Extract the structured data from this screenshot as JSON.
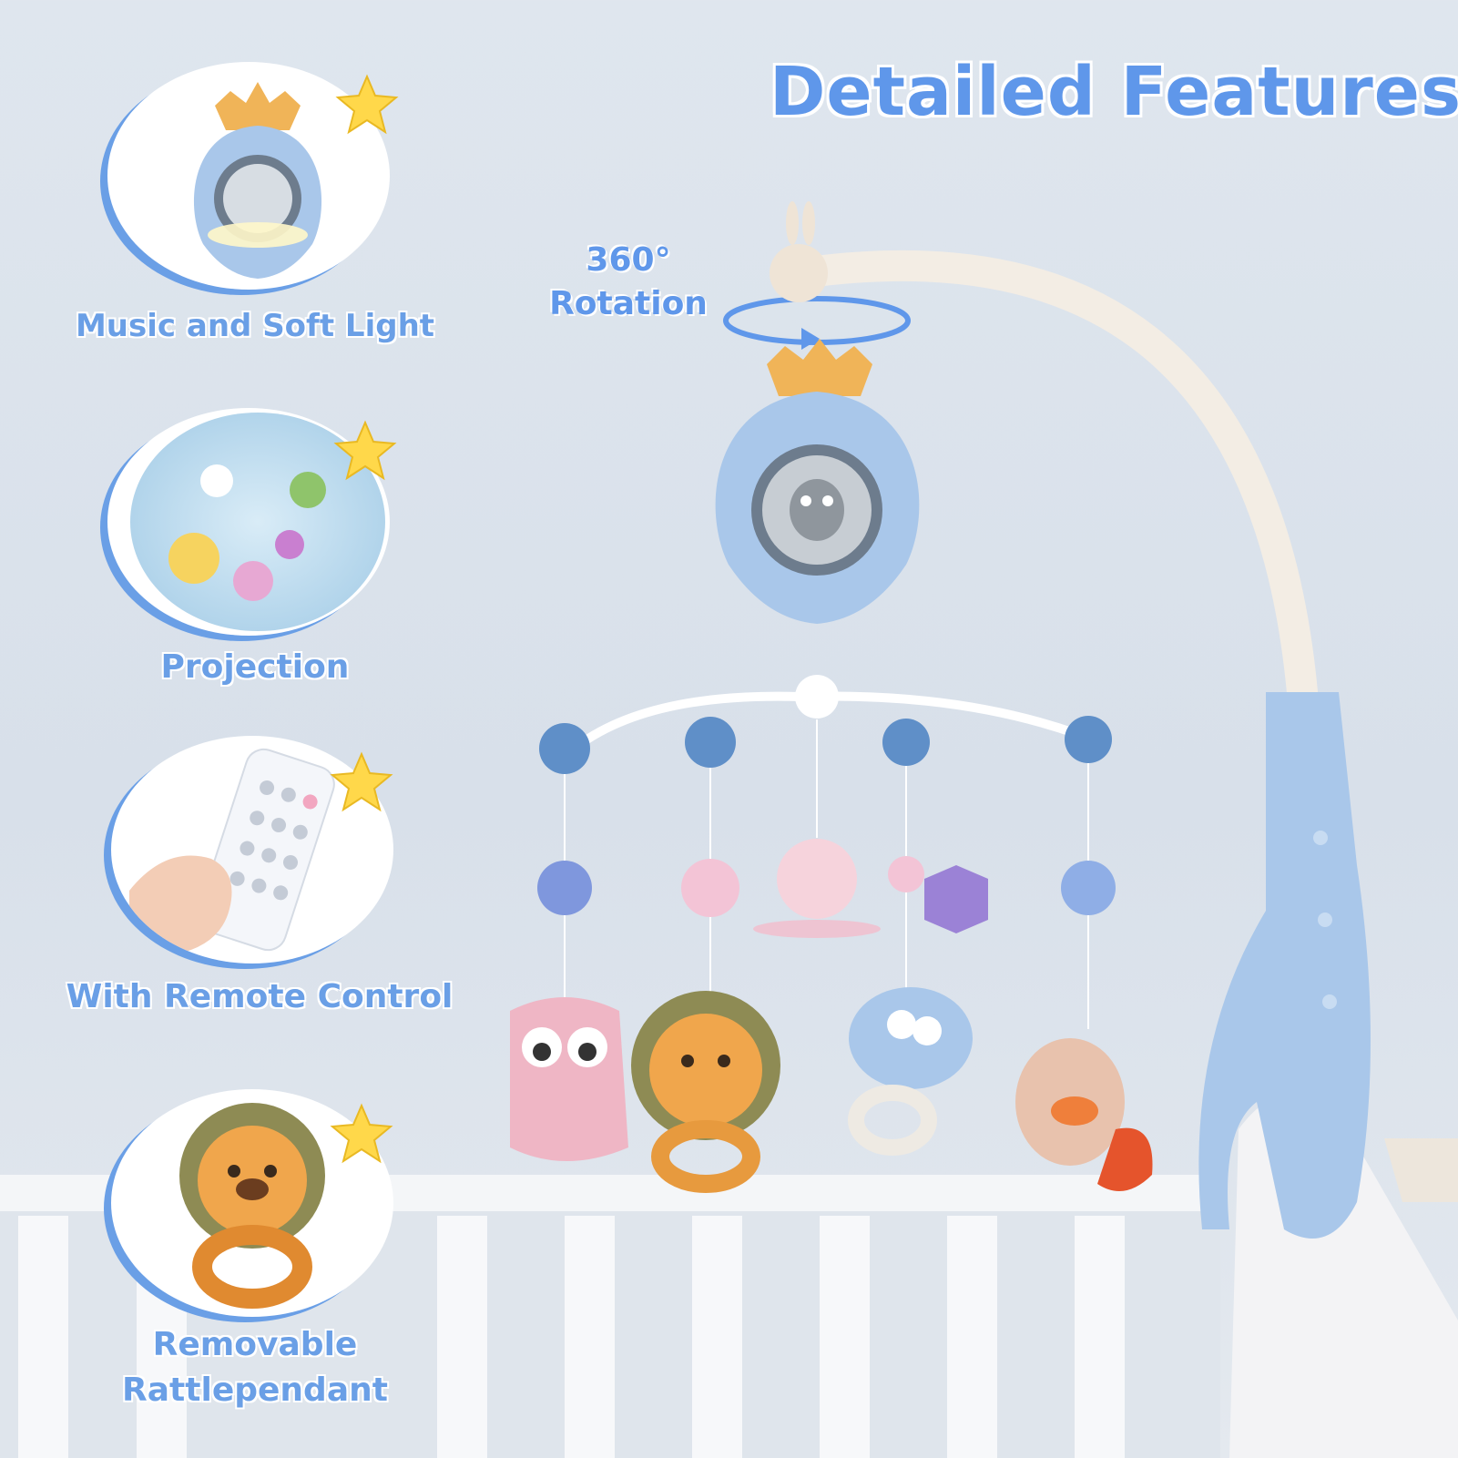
{
  "header": {
    "title": "Detailed Features"
  },
  "rotation": {
    "line1": "360°",
    "line2": "Rotation"
  },
  "features": [
    {
      "label": "Music and Soft Light",
      "icon": "music-light-box-icon"
    },
    {
      "label": "Projection",
      "icon": "projection-icon"
    },
    {
      "label": "With Remote Control",
      "icon": "remote-control-icon"
    },
    {
      "label_line1": "Removable",
      "label_line2": "Rattlependant",
      "icon": "lion-rattle-icon"
    }
  ],
  "colors": {
    "accent": "#5f97ea",
    "circle_shadow": "#6a9fe6",
    "star": "#ffd84a",
    "mobile_blue": "#a9c7ea",
    "arm_white": "#f3ede4"
  }
}
